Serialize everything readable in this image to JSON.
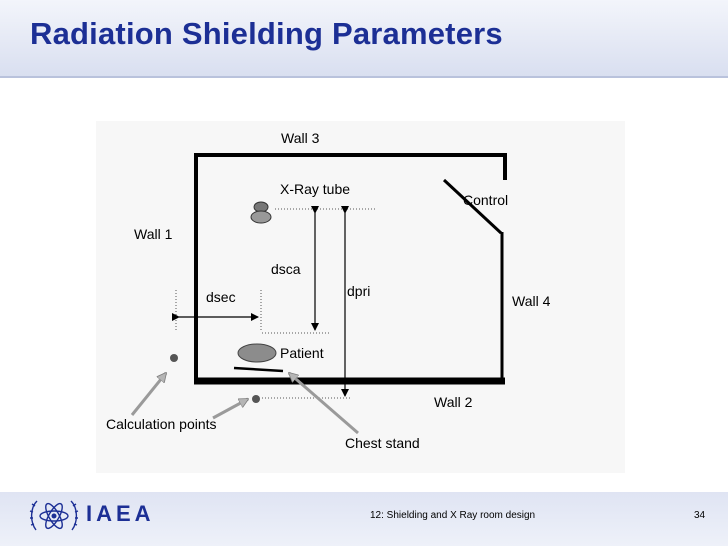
{
  "slide": {
    "title": "Radiation Shielding Parameters"
  },
  "diagram": {
    "labels": {
      "wall3": "Wall 3",
      "xray_tube": "X-Ray tube",
      "control": "Control",
      "wall1": "Wall 1",
      "dsca": "dsca",
      "dpri": "dpri",
      "dsec": "dsec",
      "wall4": "Wall 4",
      "patient": "Patient",
      "wall2": "Wall 2",
      "calculation_points": "Calculation points",
      "chest_stand": "Chest stand"
    }
  },
  "footer": {
    "organization": "IAEA",
    "caption": "12: Shielding and X Ray room design",
    "page_number": "34"
  },
  "colors": {
    "title": "#1c2f95",
    "header_band": "#d9dff0",
    "diagram_bg": "#f7f7f7",
    "wall": "#000000",
    "arrow_gray": "#9a9a9a",
    "patient_fill": "#8c8c8c"
  }
}
